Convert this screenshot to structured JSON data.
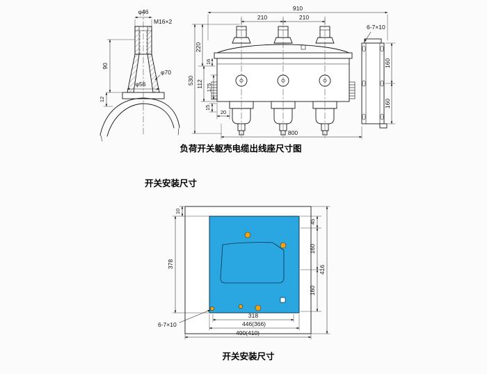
{
  "titles": {
    "top_caption": "负荷开关躯壳电缆出线座尺寸图",
    "section_label": "开关安装尺寸",
    "bottom_caption": "开关安装尺寸"
  },
  "bushing": {
    "dia46": "φ46",
    "thread": "M16×2",
    "h90": "90",
    "dia70": "φ70",
    "dia56": "φ56",
    "h12": "12"
  },
  "enclosure": {
    "w910": "910",
    "p210a": "210",
    "p210b": "210",
    "note_holes": "6-7×10",
    "h220": "220",
    "h530": "530",
    "h112": "112",
    "d16": "16",
    "d175": "175",
    "d15": "15",
    "d20": "20",
    "w800": "800",
    "s160a": "160",
    "s160b": "160"
  },
  "installation": {
    "d10": "10",
    "h378": "378",
    "r45": "45",
    "r160a": "160",
    "r160b": "160",
    "h416": "416",
    "w318": "318",
    "w446": "446(366)",
    "w490": "490(410)",
    "note_holes": "6-7×10",
    "plate_color": "#2aa7e0",
    "hole_color": "#f2a30f"
  }
}
